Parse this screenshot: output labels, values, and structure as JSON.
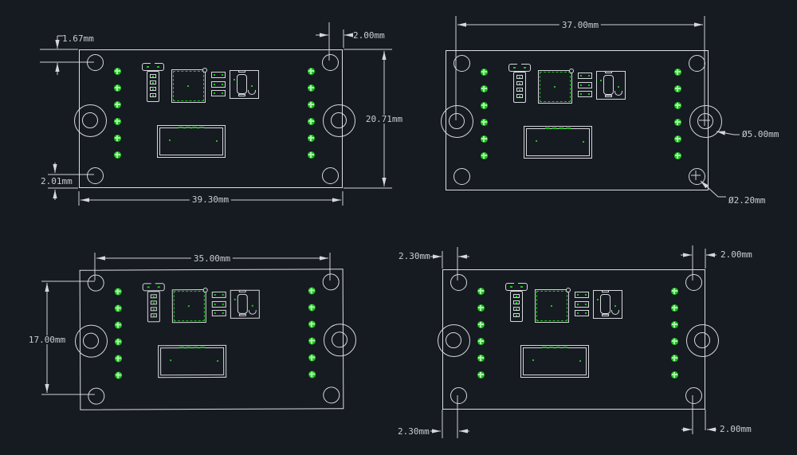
{
  "drawing": {
    "background": "#161a21",
    "line_color": "#d5d7da",
    "dimension_text_color": "#c9cdd3",
    "pad_color": "#1ec11e",
    "views": {
      "top_left": {
        "dims": {
          "corner_offset_top": "1.67mm",
          "hole_to_edge_top": "2.00mm",
          "board_height": "20.71mm",
          "corner_offset_bottom": "2.01mm",
          "board_width": "39.30mm"
        }
      },
      "top_right": {
        "dims": {
          "mount_hole_spacing": "37.00mm",
          "mount_hole_diameter": "Ø5.00mm",
          "corner_hole_diameter": "Ø2.20mm"
        }
      },
      "bottom_left": {
        "dims": {
          "hole_spacing_width": "35.00mm",
          "hole_spacing_height": "17.00mm"
        }
      },
      "bottom_right": {
        "dims": {
          "hole_offset_left_top": "2.30mm",
          "hole_offset_right_top": "2.00mm",
          "hole_offset_left_bottom": "2.30mm",
          "hole_offset_right_bottom": "2.00mm"
        }
      }
    }
  }
}
